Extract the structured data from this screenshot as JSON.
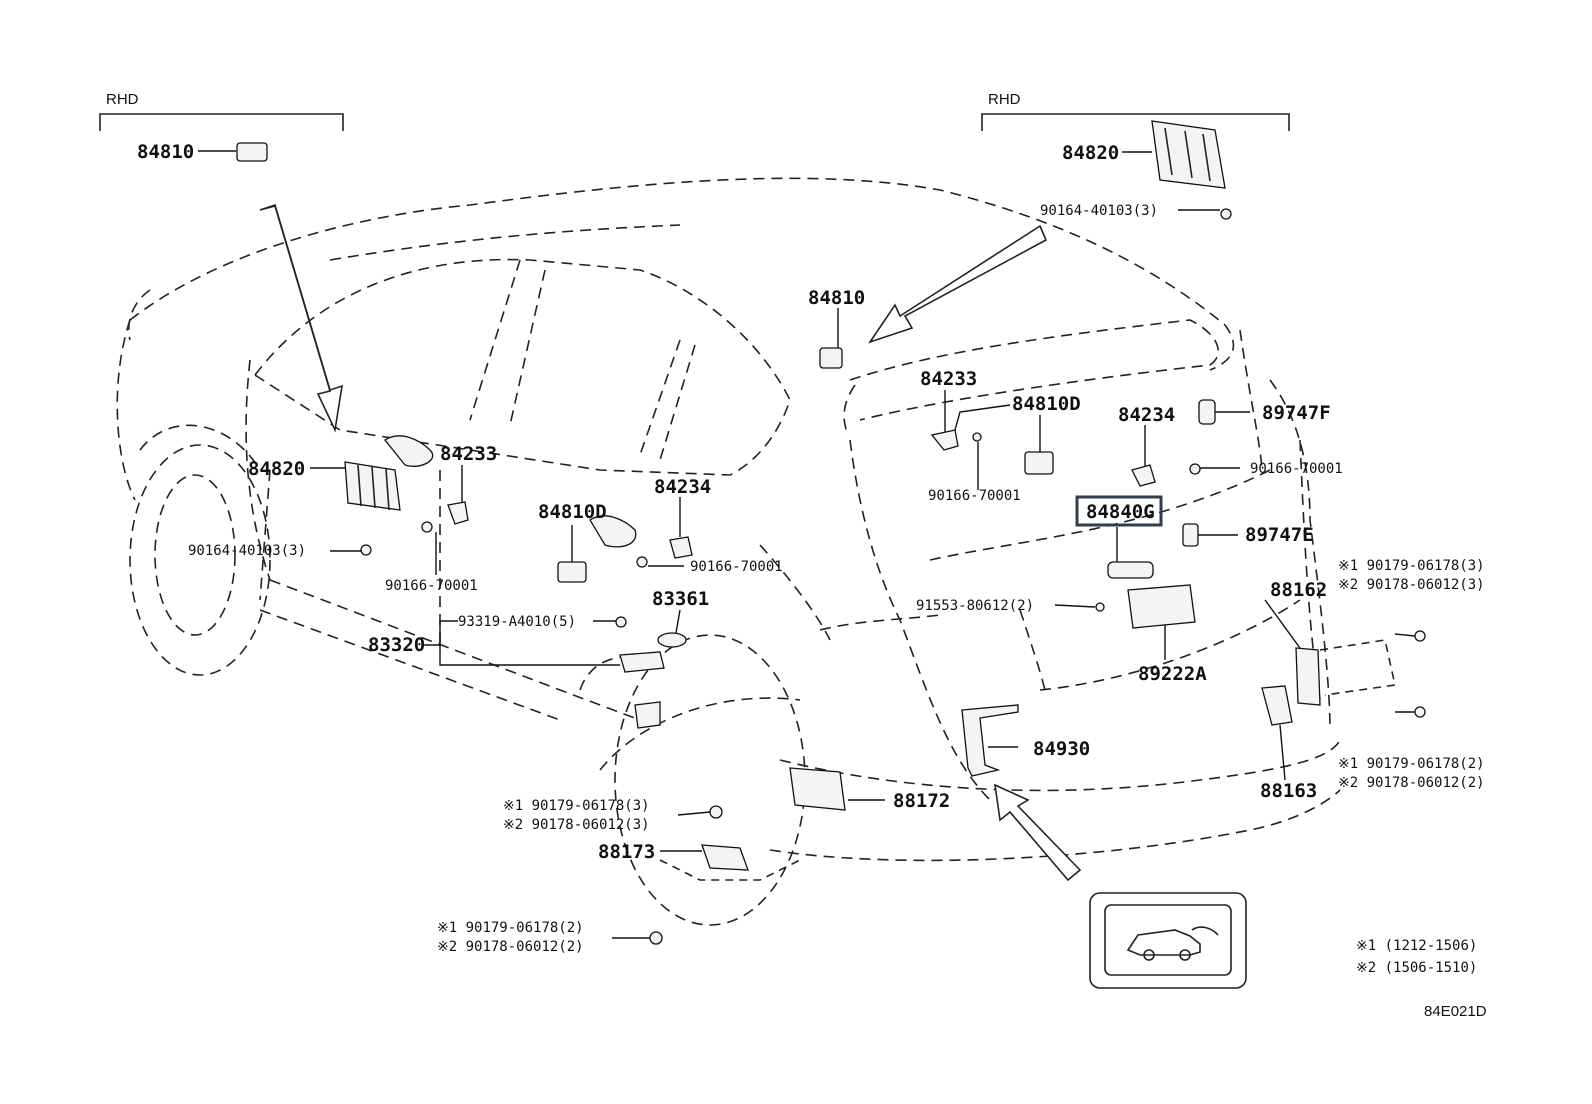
{
  "headers": {
    "rhd_left": "RHD",
    "rhd_right": "RHD"
  },
  "labels": {
    "p84810_top": "84810",
    "p84820_top": "84820",
    "p90164_top": "90164-40103(3)",
    "p84810_mid": "84810",
    "p84233_right": "84233",
    "p84810d_right": "84810D",
    "p84234_right": "84234",
    "p89747f": "89747F",
    "p90166_right_a": "90166-70001",
    "p90166_right_b": "90166-70001",
    "p84840g": "84840G",
    "p89747e": "89747E",
    "p84820_left": "84820",
    "p84233_left": "84233",
    "p84234_left": "84234",
    "p84810d_left": "84810D",
    "p90164_left": "90164-40103(3)",
    "p90166_left_a": "90166-70001",
    "p90166_left_b": "90166-70001",
    "p93319": "93319-A4010(5)",
    "p83361": "83361",
    "p83320": "83320",
    "p91553": "91553-80612(2)",
    "p89222a": "89222A",
    "p88162": "88162",
    "p88163": "88163",
    "p84930": "84930",
    "p88172": "88172",
    "p88173": "88173",
    "note_r1": "※1 90179-06178(3)",
    "note_r2": "※2 90178-06012(3)",
    "note_r3": "※1 90179-06178(2)",
    "note_r4": "※2 90178-06012(2)",
    "note_l1": "※1 90179-06178(3)",
    "note_l2": "※2 90178-06012(3)",
    "note_b1": "※1 90179-06178(2)",
    "note_b2": "※2 90178-06012(2)"
  },
  "legend": {
    "line1": "※1 (1212-1506)",
    "line2": "※2 (1506-1510)"
  },
  "diagram_ref": "84E021D",
  "highlighted_part": "84840G"
}
